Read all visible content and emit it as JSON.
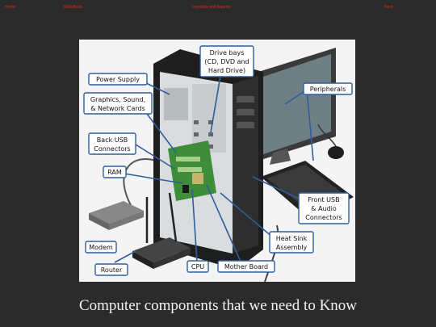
{
  "nav": {
    "home": "Home",
    "slide": "Slide/Back",
    "end": "Loyalties and Awards",
    "next": "Next"
  },
  "figure": {
    "labels": {
      "power_supply": "Power Supply",
      "graphics_1": "Graphics, Sound,",
      "graphics_2": "& Network Cards",
      "back_usb_1": "Back USB",
      "back_usb_2": "Connectors",
      "ram": "RAM",
      "modem": "Modem",
      "router": "Router",
      "cpu": "CPU",
      "motherboard": "Mother Board",
      "drive_1": "Drive bays",
      "drive_2": "(CD, DVD and",
      "drive_3": "Hard Drive)",
      "peripherals": "Peripherals",
      "front_usb_1": "Front USB",
      "front_usb_2": "& Audio",
      "front_usb_3": "Connectors",
      "heatsink_1": "Heat Sink",
      "heatsink_2": "Assembly"
    }
  },
  "caption": "Computer components that we need to Know",
  "colors": {
    "background": "#2b2b2b",
    "nav_link": "#e0281e",
    "label_border": "#2f5d9c",
    "caption": "#f2f2f2"
  }
}
